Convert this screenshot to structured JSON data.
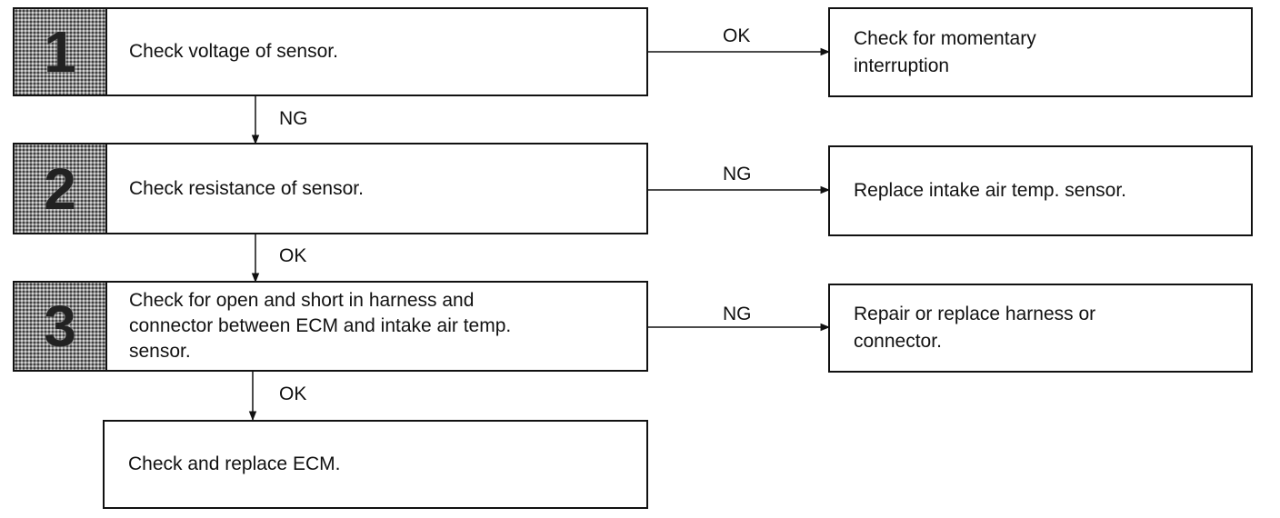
{
  "steps": [
    {
      "number": "1",
      "text": "Check voltage of sensor."
    },
    {
      "number": "2",
      "text": "Check resistance of sensor."
    },
    {
      "number": "3",
      "text": "Check for open and short in harness and\nconnector between ECM and intake air temp.\nsensor."
    }
  ],
  "results": [
    {
      "text": "Check for momentary\ninterruption",
      "condition": "OK"
    },
    {
      "text": "Replace intake air temp. sensor.",
      "condition": "NG"
    },
    {
      "text": "Repair or replace harness or\nconnector.",
      "condition": "NG"
    }
  ],
  "down_conditions": [
    "NG",
    "OK",
    "OK"
  ],
  "final": {
    "text": "Check and replace ECM."
  }
}
